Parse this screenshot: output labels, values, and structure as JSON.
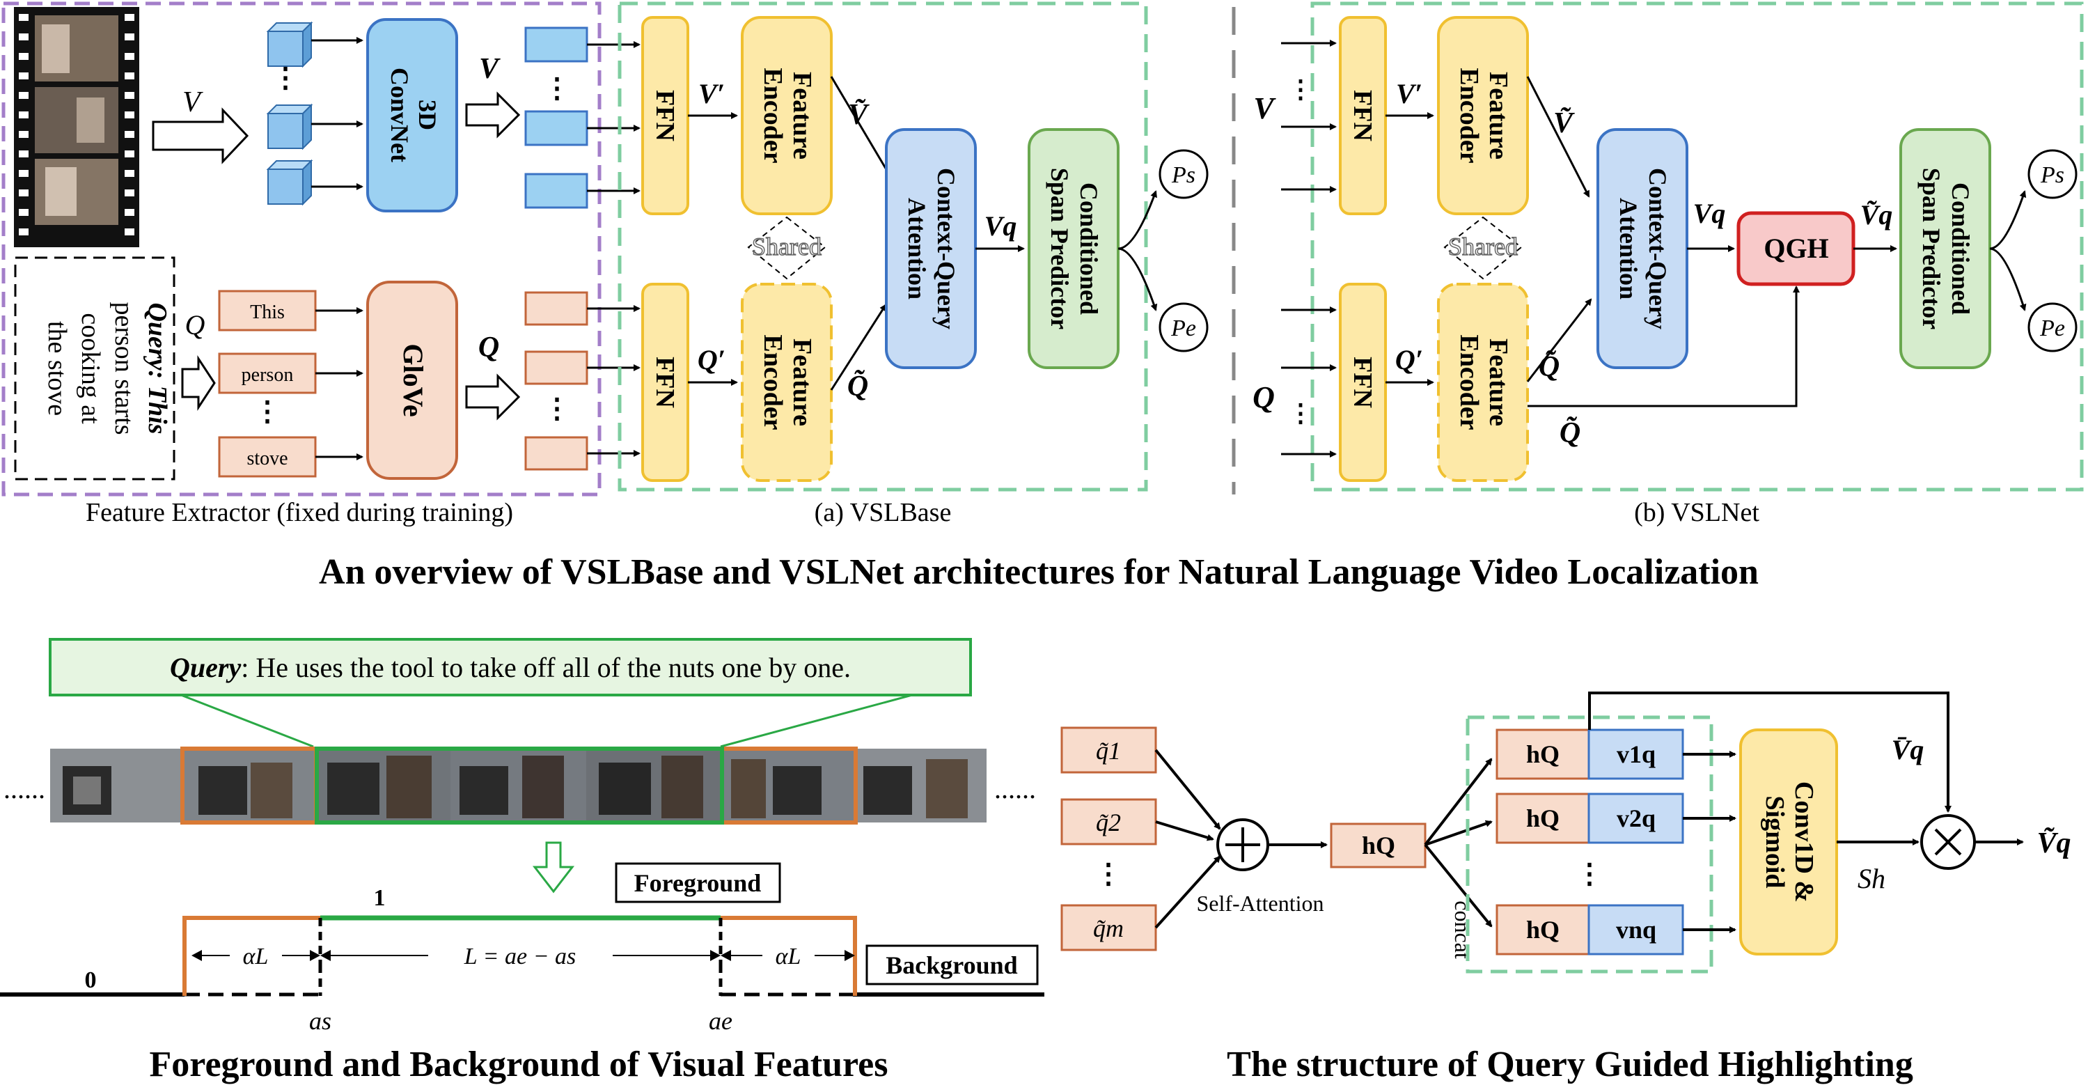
{
  "colors": {
    "purple_dash": "#a37ec9",
    "green_dash": "#7fcda0",
    "yellow_fill": "#fde9a8",
    "yellow_stroke": "#f0c030",
    "blue_fill": "#c7dcf5",
    "blue_stroke": "#3b73c4",
    "orange_fill": "#f8dccc",
    "orange_stroke": "#c2653a",
    "green_fill": "#d6eccd",
    "green_stroke": "#6aa84f",
    "red_fill": "#f8c9c9",
    "red_stroke": "#d02020",
    "cube_fill": "#8fc4ee",
    "cube_stroke": "#2f6aa8",
    "light_blue_fill": "#9cd1f2",
    "timeline_orange": "#d97a35",
    "timeline_green": "#2aa845",
    "query_box_fill": "#e6f5e1",
    "query_box_stroke": "#2aa845",
    "grey_dash": "#888888"
  },
  "icons": [
    "video-film-strip-icon",
    "video-feature-cube-icon",
    "plus-circle-icon",
    "times-circle-icon",
    "down-arrow-icon"
  ],
  "top": {
    "title": "An overview of VSLBase and VSLNet architectures for Natural Language Video Localization",
    "extractor": {
      "caption": "Feature Extractor (fixed during training)",
      "query_label": "Query",
      "query_text": ": This person starts cooking at the stove",
      "query_lines": [
        "Query: This",
        "person starts",
        "cooking at",
        "the stove"
      ],
      "v_label": "V",
      "q_label": "Q",
      "convnet_label": [
        "3D",
        "ConvNet"
      ],
      "glove_label": "GloVe",
      "words": [
        "This",
        "person",
        "⋮",
        "stove"
      ],
      "v_out": "V",
      "q_out": "Q",
      "dots": "⋮"
    },
    "vslbase": {
      "caption": "(a) VSLBase",
      "ffn": "FFN",
      "feature_encoder": [
        "Feature",
        "Encoder"
      ],
      "shared": "Shared",
      "v_prime": "V′",
      "q_prime": "Q′",
      "v_tilde": "Ṽ",
      "q_tilde": "Q̃",
      "attention": [
        "Context-Query",
        "Attention"
      ],
      "vq": "Vq",
      "predictor": [
        "Conditioned",
        "Span Predictor"
      ],
      "ps": "Ps",
      "pe": "Pe"
    },
    "vslnet": {
      "caption": "(b) VSLNet",
      "ffn": "FFN",
      "feature_encoder": [
        "Feature",
        "Encoder"
      ],
      "shared": "Shared",
      "v_label": "V",
      "q_label": "Q",
      "v_prime": "V′",
      "q_prime": "Q′",
      "v_tilde": "Ṽ",
      "q_tilde": "Q̃",
      "attention": [
        "Context-Query",
        "Attention"
      ],
      "vq": "Vq",
      "qgh": "QGH",
      "vq_tilde": "Ṽq",
      "predictor": [
        "Conditioned",
        "Span Predictor"
      ],
      "ps": "Ps",
      "pe": "Pe"
    }
  },
  "bottom_left": {
    "title": "Foreground and Background of Visual Features",
    "query_label": "Query",
    "query_text": ": He uses the tool to take off all of the nuts one by one.",
    "ellipsis": "......",
    "foreground": "Foreground",
    "background": "Background",
    "one": "1",
    "zero": "0",
    "alpha_l": "αL",
    "l_eq": "L = ae − as",
    "as": "as",
    "ae": "ae"
  },
  "bottom_right": {
    "title": "The structure of Query Guided Highlighting",
    "q_items": [
      "q̃1",
      "q̃2",
      "⋮",
      "q̃m"
    ],
    "self_attention": "Self-Attention",
    "hq": "hQ",
    "concat": "concat",
    "v_items": [
      "v1q",
      "v2q",
      "vnq"
    ],
    "conv": [
      "Conv1D &",
      "Sigmoid"
    ],
    "sh": "Sh",
    "vq_bar": "V̄q",
    "vq_tilde": "Ṽq"
  }
}
